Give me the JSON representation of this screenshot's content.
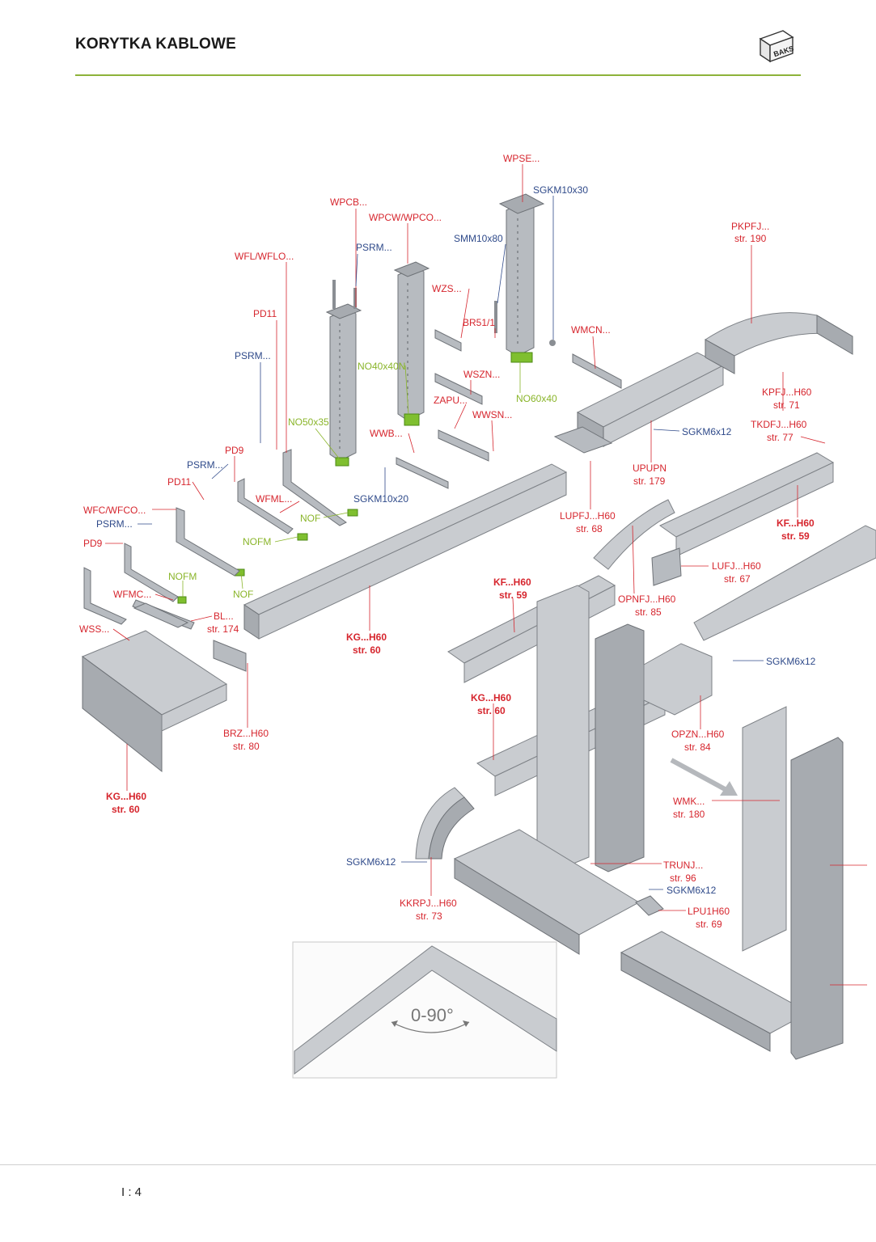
{
  "header": {
    "title": "KORYTKA KABLOWE",
    "logo_text": "BAKS"
  },
  "footer": {
    "page": "I : 4"
  },
  "colors": {
    "accent_rule": "#8db33a",
    "label_red": "#d6262e",
    "label_blue": "#2f4a8a",
    "label_green": "#8ab52a"
  },
  "diagram": {
    "angle_label": "0-90°",
    "labels": {
      "wpse": "WPSE...",
      "sgkm10x30": "SGKM10x30",
      "wpcb": "WPCB...",
      "wpcw": "WPCW/WPCO...",
      "smm10x80": "SMM10x80",
      "psrm_top": "PSRM...",
      "wfl": "WFL/WFLO...",
      "pkpfj": "PKPFJ...",
      "pkpfj_str": "str. 190",
      "wzs": "WZS...",
      "br51": "BR51/1",
      "wmcn": "WMCN...",
      "pd11_top": "PD11",
      "psrm_left": "PSRM...",
      "no40x40n": "NO40x40N",
      "wszn": "WSZN...",
      "no60x40": "NO60x40",
      "kpfj": "KPFJ...H60",
      "kpfj_str": "str. 71",
      "zapu": "ZAPU...",
      "no50x35": "NO50x35",
      "wwsn": "WWSN...",
      "tkdfj": "TKDFJ...H60",
      "tkdfj_str": "str. 77",
      "wwb": "WWB...",
      "sgkm6x12_a": "SGKM6x12",
      "pd9_top": "PD9",
      "psrm_mid": "PSRM...",
      "upupn": "UPUPN",
      "upupn_str": "str. 179",
      "pd11_mid": "PD11",
      "wfml": "WFML...",
      "sgkm10x20": "SGKM10x20",
      "wfc": "WFC/WFCO...",
      "nof_a": "NOF",
      "lupfj": "LUPFJ...H60",
      "lupfj_str": "str. 68",
      "kf_right": "KF...H60",
      "kf_right_str": "str. 59",
      "psrm_low": "PSRM...",
      "nofm_a": "NOFM",
      "pd9_low": "PD9",
      "lufj": "LUFJ...H60",
      "lufj_str": "str. 67",
      "nofm_b": "NOFM",
      "kf_mid": "KF...H60",
      "kf_mid_str": "str. 59",
      "wfmc": "WFMC...",
      "nof_b": "NOF",
      "opnfj": "OPNFJ...H60",
      "opnfj_str": "str. 85",
      "bl": "BL...",
      "bl_str": "str. 174",
      "wss": "WSS...",
      "kg_a": "KG...H60",
      "kg_a_str": "str. 60",
      "sgkm6x12_b": "SGKM6x12",
      "kg_b": "KG...H60",
      "kg_b_str": "str. 60",
      "brz": "BRZ...H60",
      "brz_str": "str. 80",
      "opzn": "OPZN...H60",
      "opzn_str": "str. 84",
      "kg_c": "KG...H60",
      "kg_c_str": "str. 60",
      "wmk": "WMK...",
      "wmk_str": "str. 180",
      "sgkm6x12_c": "SGKM6x12",
      "trunj": "TRUNJ...",
      "trunj_str": "str. 96",
      "sgkm6x12_d": "SGKM6x12",
      "lpu1h60": "LPU1H60",
      "lpu1h60_str": "str. 69",
      "kkrpj": "KKRPJ...H60",
      "kkrpj_str": "str. 73"
    }
  }
}
